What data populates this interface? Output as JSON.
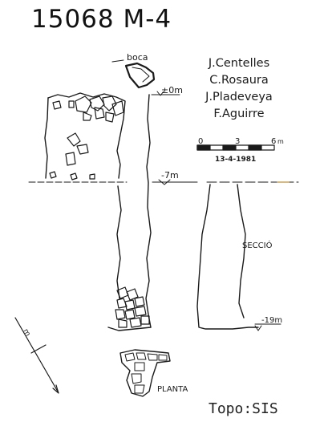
{
  "title": "15068 M-4",
  "authors": [
    "J.Centelles",
    "C.Rosaura",
    "J.Pladeveya",
    "F.Aguirre"
  ],
  "scale": {
    "ticks": [
      "0",
      "3",
      "6"
    ],
    "unit": "m",
    "date": "13-4-1981"
  },
  "labels": {
    "entrance": "boca",
    "depth_top": "±0m",
    "depth_mid": "-7m",
    "depth_bottom": "-19m",
    "section": "SECCIÓ",
    "plan": "PLANTA",
    "north": "m"
  },
  "credit": "Topo:SIS"
}
